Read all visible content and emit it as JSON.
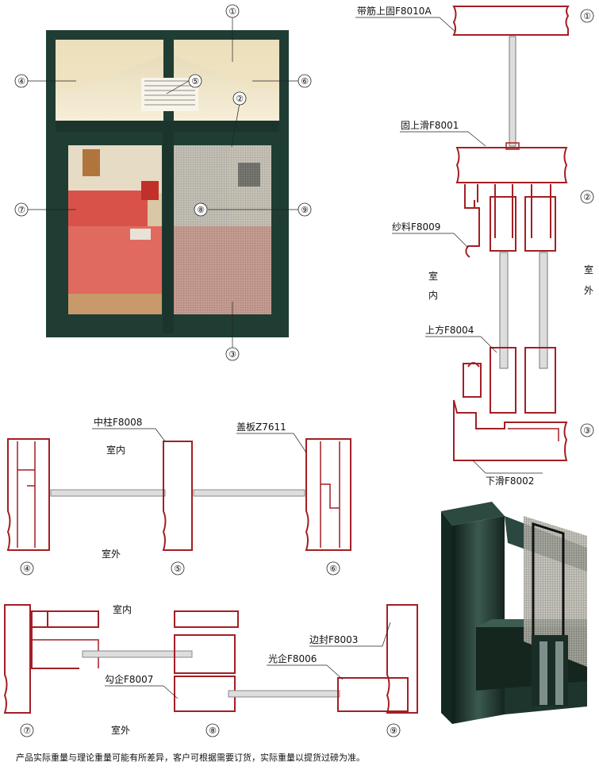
{
  "labels": {
    "f8010a": "带筋上固F8010A",
    "f8001": "固上滑F8001",
    "f8009": "纱料F8009",
    "f8004": "上方F8004",
    "f8002": "下滑F8002",
    "f8008": "中柱F8008",
    "z7611": "盖板Z7611",
    "f8003": "边封F8003",
    "f8006": "光企F8006",
    "f8007": "勾企F8007"
  },
  "orientation": {
    "indoor": "室内",
    "outdoor": "室外",
    "shi": "室",
    "nei": "内",
    "wai": "外"
  },
  "markers": [
    "①",
    "②",
    "③",
    "④",
    "⑤",
    "⑥",
    "⑦",
    "⑧",
    "⑨"
  ],
  "footnote": "产品实际重量与理论重量可能有所差异，客户可根据需要订货，实际重量以提货过磅为准。",
  "colors": {
    "profile": "#a31f24",
    "frame": "#1f3d33",
    "sofa": "#d9524a"
  }
}
